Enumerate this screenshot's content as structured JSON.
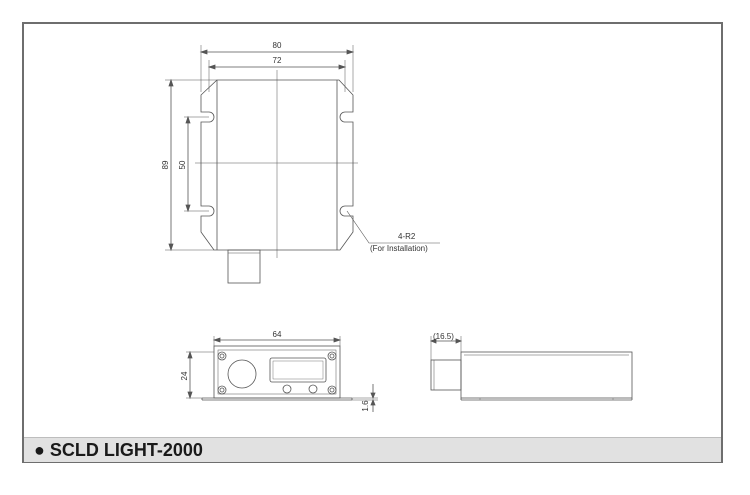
{
  "caption": "● SCLD LIGHT-2000",
  "dimensions": {
    "width_outer": "80",
    "width_inner": "72",
    "height_outer": "89",
    "height_slots": "50",
    "radius_note": "4-R2",
    "radius_note_sub": "(For Installation)",
    "front_width": "64",
    "front_height": "24",
    "flange_thickness": "1.6",
    "connector_length": "16.5"
  },
  "colors": {
    "line": "#555555",
    "frame": "#6e6e6e",
    "caption_bg": "#e1e1e1"
  }
}
